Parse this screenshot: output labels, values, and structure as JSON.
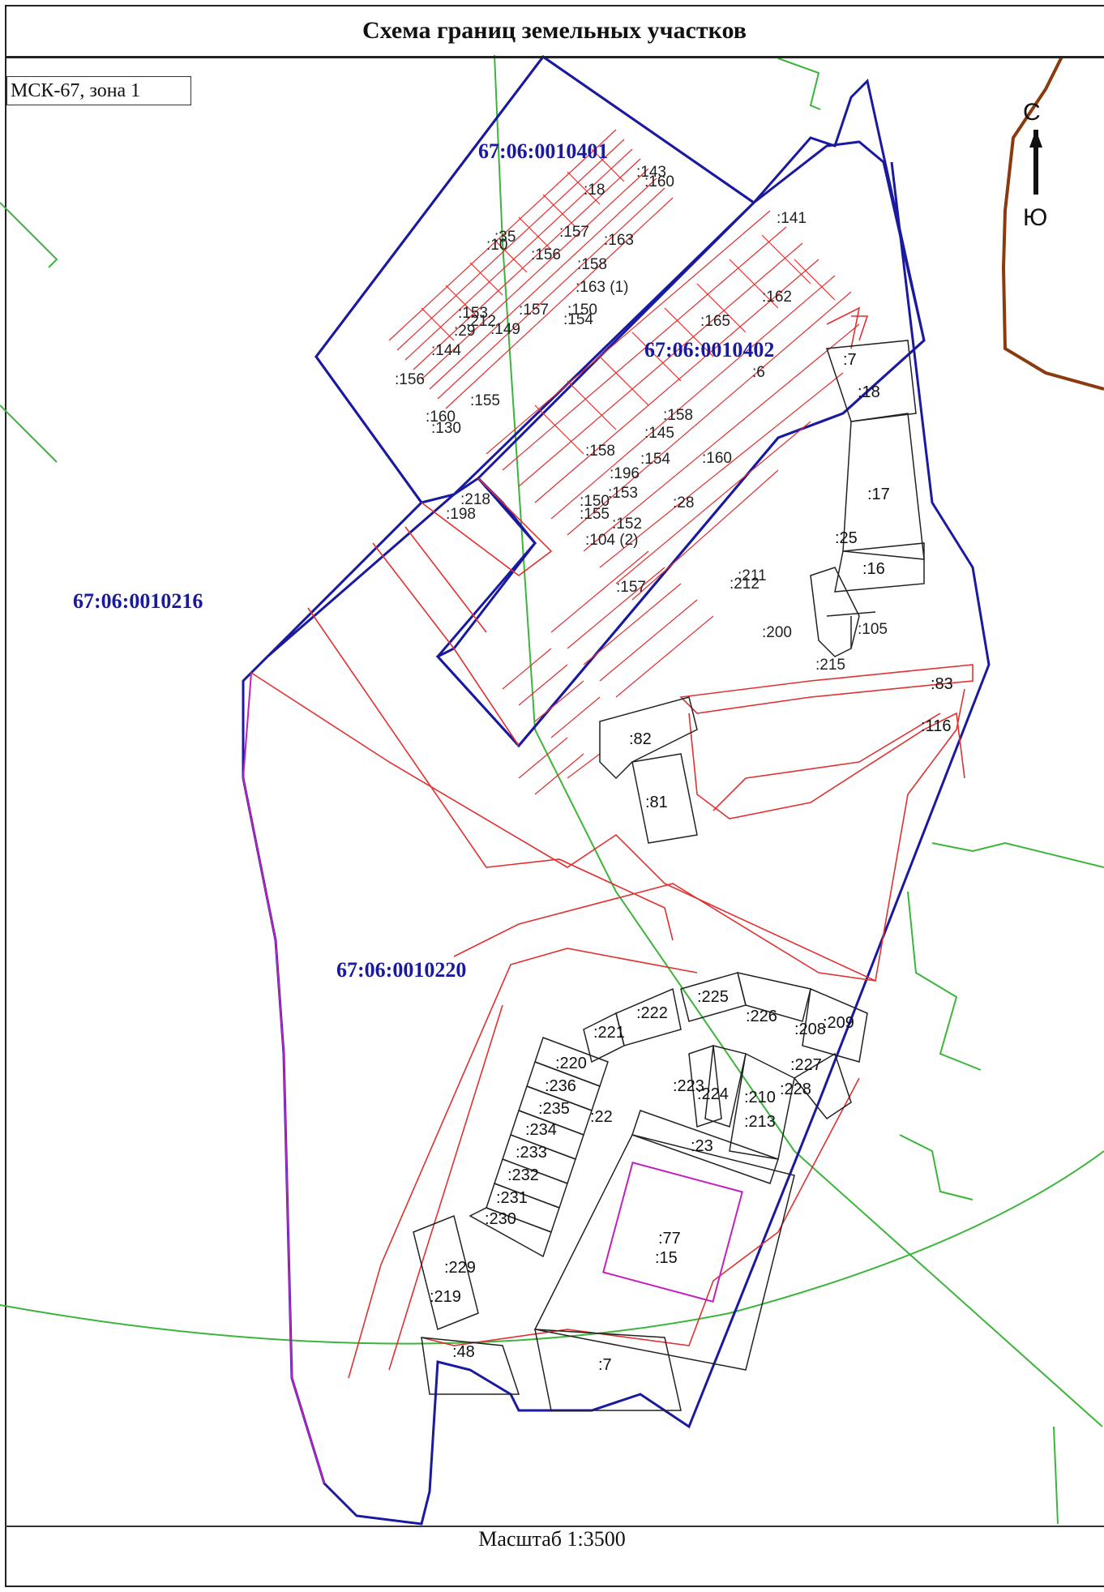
{
  "title": "Схема границ земельных участков",
  "crs": "МСК-67, зона 1",
  "scale": "Масштаб 1:3500",
  "compass": {
    "north": "С",
    "south": "Ю"
  },
  "colors": {
    "quarter_boundary": "#1a1aa0",
    "parcel_boundary": "#e03030",
    "existing_parcel": "#222222",
    "zone_line": "#3cb43c",
    "road_line": "#8b3a0f",
    "magenta": "#c020c0"
  },
  "quarters": [
    "67:06:0010401",
    "67:06:0010402",
    "67:06:0010216",
    "67:06:0010220"
  ],
  "parcels_north": [
    ":143",
    ":160",
    ":18",
    ":157",
    ":163",
    ":35",
    ":10",
    ":156",
    ":158",
    ":163 (1)",
    ":153",
    ":212",
    ":157",
    ":150",
    ":29",
    ":149",
    ":154",
    ":144",
    ":156",
    ":155",
    ":160",
    ":130"
  ],
  "parcels_402": [
    ":141",
    ":162",
    ":165",
    ":6",
    ":158",
    ":145",
    ":158",
    ":154",
    ":160",
    ":196",
    ":153",
    ":28",
    ":150",
    ":155",
    ":152",
    ":104 (2)",
    ":218",
    ":198",
    ":157",
    ":211",
    ":212",
    ":200",
    ":215",
    ":105"
  ],
  "parcels_east": [
    ":7",
    ":18",
    ":17",
    ":25",
    ":16",
    ":83",
    ":116",
    ":82",
    ":81"
  ],
  "parcels_south": [
    ":225",
    ":222",
    ":226",
    ":221",
    ":208",
    ":209",
    ":220",
    ":227",
    ":236",
    ":223",
    ":224",
    ":210",
    ":228",
    ":235",
    ":22",
    ":213",
    ":234",
    ":23",
    ":233",
    ":232",
    ":231",
    ":230",
    ":77",
    ":15",
    ":229",
    ":219",
    ":48",
    ":7"
  ]
}
